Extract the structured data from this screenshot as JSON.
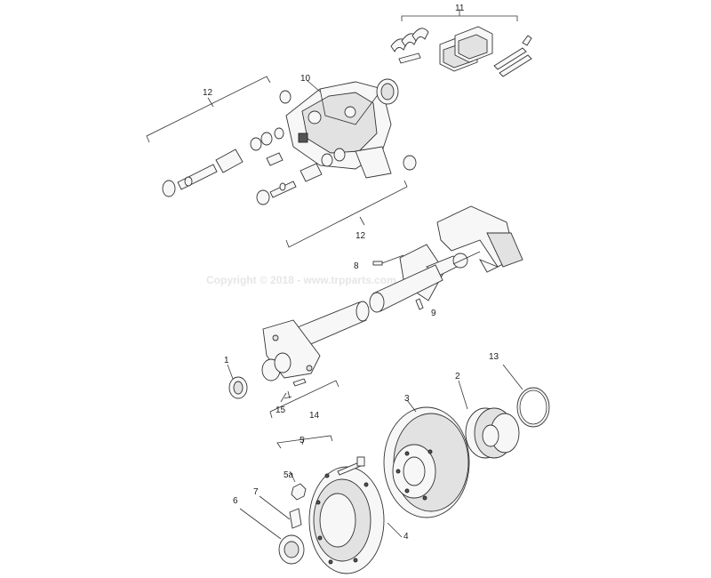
{
  "watermark": "Copyright © 2018 - www.trpparts.com",
  "callouts": {
    "c1": "1",
    "c2": "2",
    "c3": "3",
    "c4": "4",
    "c5": "5",
    "c5a": "5a",
    "c6": "6",
    "c7": "7",
    "c8": "8",
    "c9": "9",
    "c10": "10",
    "c11": "11",
    "c12_top": "12",
    "c12_bottom": "12",
    "c13": "13",
    "c14": "14",
    "c15": "15"
  }
}
